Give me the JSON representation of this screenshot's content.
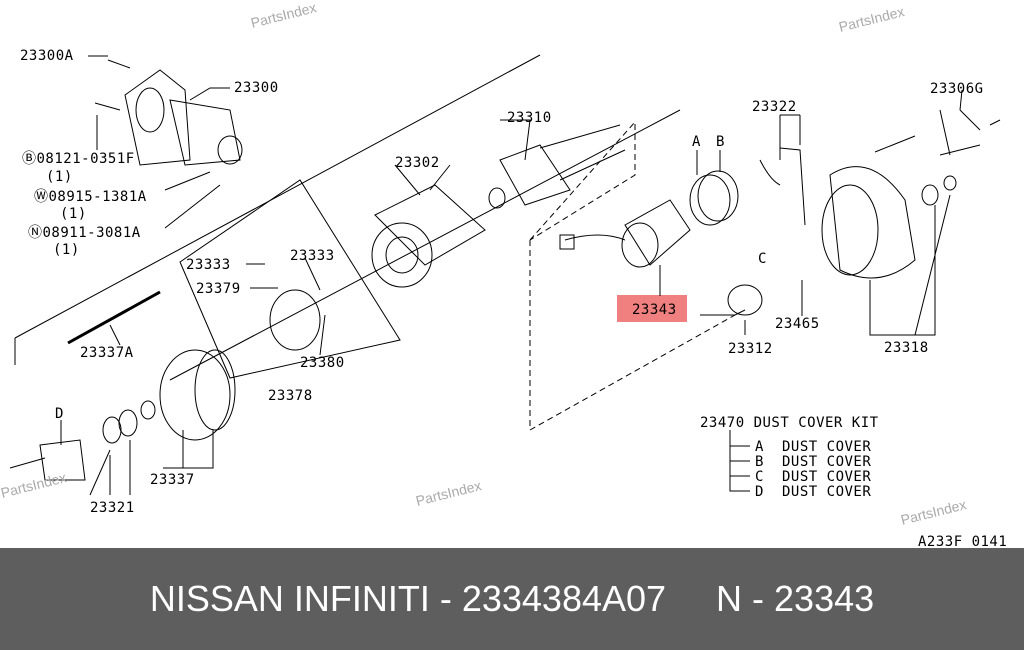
{
  "watermark": "PartsIndex",
  "labels": {
    "p23300A": "23300A",
    "p23300": "23300",
    "bolt_b": "Ⓑ08121-0351F",
    "bolt_b_qty": "(1)",
    "washer_w": "Ⓦ08915-1381A",
    "washer_w_qty": "(1)",
    "nut_n": "Ⓝ08911-3081A",
    "nut_n_qty": "(1)",
    "p23310": "23310",
    "p23302": "23302",
    "p23333a": "23333",
    "p23333b": "23333",
    "p23379": "23379",
    "p23380": "23380",
    "p23378": "23378",
    "p23337A": "23337A",
    "p23337": "23337",
    "p23321": "23321",
    "d": "D",
    "a": "A",
    "b": "B",
    "c": "C",
    "p23322": "23322",
    "p23306G": "23306G",
    "p23343": "23343",
    "p23465": "23465",
    "p23312": "23312",
    "p23318": "23318"
  },
  "kit": {
    "title": "23470 DUST COVER KIT",
    "items": [
      {
        "letter": "A",
        "name": "DUST COVER"
      },
      {
        "letter": "B",
        "name": "DUST COVER"
      },
      {
        "letter": "C",
        "name": "DUST COVER"
      },
      {
        "letter": "D",
        "name": "DUST COVER"
      }
    ]
  },
  "diagram_code": "A233F 0141",
  "footer": {
    "brand": "NISSAN INFINITI - 2334384A07",
    "part": "N - 23343"
  },
  "colors": {
    "highlight": "#f08080",
    "footer_bg": "#5e5e5e"
  }
}
